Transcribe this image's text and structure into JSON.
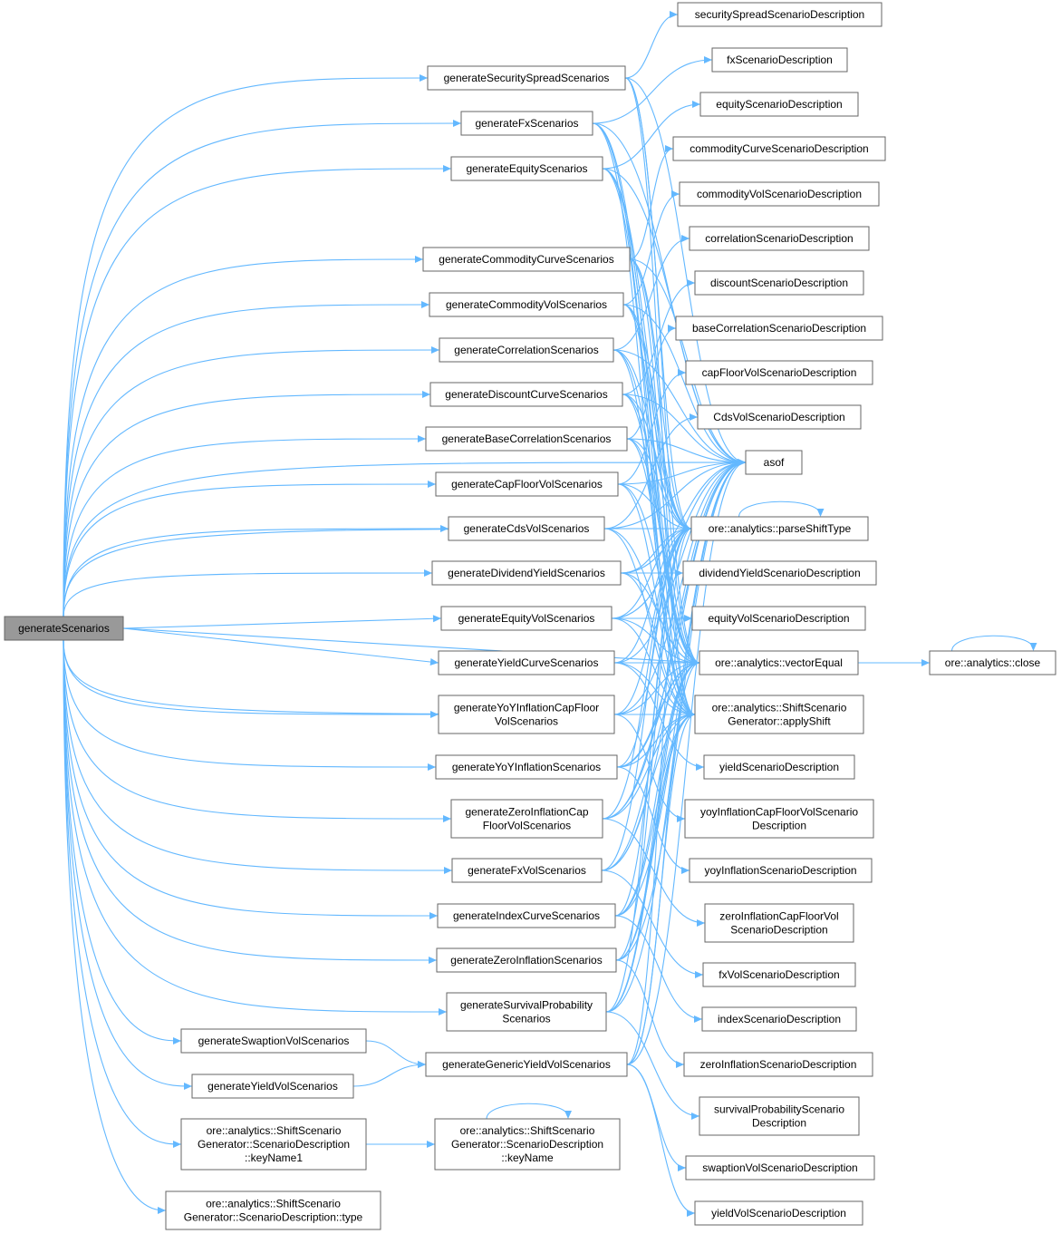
{
  "diagram": {
    "title": "",
    "colors": {
      "edge": "#63b8ff",
      "node_border": "#666666",
      "root_fill": "#999999",
      "node_fill": "#ffffff"
    },
    "nodes": [
      {
        "id": "root",
        "label": [
          "generateScenarios"
        ],
        "root": true
      },
      {
        "id": "secSpreadGen",
        "label": [
          "generateSecuritySpreadScenarios"
        ]
      },
      {
        "id": "fxGen",
        "label": [
          "generateFxScenarios"
        ]
      },
      {
        "id": "eqGen",
        "label": [
          "generateEquityScenarios"
        ]
      },
      {
        "id": "commCurveGen",
        "label": [
          "generateCommodityCurveScenarios"
        ]
      },
      {
        "id": "commVolGen",
        "label": [
          "generateCommodityVolScenarios"
        ]
      },
      {
        "id": "corrGen",
        "label": [
          "generateCorrelationScenarios"
        ]
      },
      {
        "id": "discGen",
        "label": [
          "generateDiscountCurveScenarios"
        ]
      },
      {
        "id": "baseCorrGen",
        "label": [
          "generateBaseCorrelationScenarios"
        ]
      },
      {
        "id": "capFloorGen",
        "label": [
          "generateCapFloorVolScenarios"
        ]
      },
      {
        "id": "cdsVolGen",
        "label": [
          "generateCdsVolScenarios"
        ]
      },
      {
        "id": "divGen",
        "label": [
          "generateDividendYieldScenarios"
        ]
      },
      {
        "id": "eqVolGen",
        "label": [
          "generateEquityVolScenarios"
        ]
      },
      {
        "id": "yieldCurveGen",
        "label": [
          "generateYieldCurveScenarios"
        ]
      },
      {
        "id": "yoyCapGen",
        "label": [
          "generateYoYInflationCapFloor",
          "VolScenarios"
        ]
      },
      {
        "id": "yoyGen",
        "label": [
          "generateYoYInflationScenarios"
        ]
      },
      {
        "id": "zeroCapGen",
        "label": [
          "generateZeroInflationCap",
          "FloorVolScenarios"
        ]
      },
      {
        "id": "fxVolGen",
        "label": [
          "generateFxVolScenarios"
        ]
      },
      {
        "id": "indexGen",
        "label": [
          "generateIndexCurveScenarios"
        ]
      },
      {
        "id": "zeroGen",
        "label": [
          "generateZeroInflationScenarios"
        ]
      },
      {
        "id": "survGen",
        "label": [
          "generateSurvivalProbability",
          "Scenarios"
        ]
      },
      {
        "id": "swaptionGen",
        "label": [
          "generateSwaptionVolScenarios"
        ]
      },
      {
        "id": "yieldVolGen",
        "label": [
          "generateYieldVolScenarios"
        ]
      },
      {
        "id": "keyName1",
        "label": [
          "ore::analytics::ShiftScenario",
          "Generator::ScenarioDescription",
          "::keyName1"
        ]
      },
      {
        "id": "typeNode",
        "label": [
          "ore::analytics::ShiftScenario",
          "Generator::ScenarioDescription::type"
        ]
      },
      {
        "id": "genericYieldVol",
        "label": [
          "generateGenericYieldVolScenarios"
        ]
      },
      {
        "id": "keyName",
        "label": [
          "ore::analytics::ShiftScenario",
          "Generator::ScenarioDescription",
          "::keyName"
        ]
      },
      {
        "id": "secSpreadDesc",
        "label": [
          "securitySpreadScenarioDescription"
        ]
      },
      {
        "id": "fxDesc",
        "label": [
          "fxScenarioDescription"
        ]
      },
      {
        "id": "eqDesc",
        "label": [
          "equityScenarioDescription"
        ]
      },
      {
        "id": "commCurveDesc",
        "label": [
          "commodityCurveScenarioDescription"
        ]
      },
      {
        "id": "commVolDesc",
        "label": [
          "commodityVolScenarioDescription"
        ]
      },
      {
        "id": "corrDesc",
        "label": [
          "correlationScenarioDescription"
        ]
      },
      {
        "id": "discDesc",
        "label": [
          "discountScenarioDescription"
        ]
      },
      {
        "id": "baseCorrDesc",
        "label": [
          "baseCorrelationScenarioDescription"
        ]
      },
      {
        "id": "capFloorDesc",
        "label": [
          "capFloorVolScenarioDescription"
        ]
      },
      {
        "id": "cdsVolDesc",
        "label": [
          "CdsVolScenarioDescription"
        ]
      },
      {
        "id": "asof",
        "label": [
          "asof"
        ]
      },
      {
        "id": "parseShift",
        "label": [
          "ore::analytics::parseShiftType"
        ]
      },
      {
        "id": "divDesc",
        "label": [
          "dividendYieldScenarioDescription"
        ]
      },
      {
        "id": "eqVolDesc",
        "label": [
          "equityVolScenarioDescription"
        ]
      },
      {
        "id": "vecEqual",
        "label": [
          "ore::analytics::vectorEqual"
        ]
      },
      {
        "id": "closeNode",
        "label": [
          "ore::analytics::close"
        ]
      },
      {
        "id": "applyShift",
        "label": [
          "ore::analytics::ShiftScenario",
          "Generator::applyShift"
        ]
      },
      {
        "id": "yieldDesc",
        "label": [
          "yieldScenarioDescription"
        ]
      },
      {
        "id": "yoyCapDesc",
        "label": [
          "yoyInflationCapFloorVolScenario",
          "Description"
        ]
      },
      {
        "id": "yoyDesc",
        "label": [
          "yoyInflationScenarioDescription"
        ]
      },
      {
        "id": "zeroCapDesc",
        "label": [
          "zeroInflationCapFloorVol",
          "ScenarioDescription"
        ]
      },
      {
        "id": "fxVolDesc",
        "label": [
          "fxVolScenarioDescription"
        ]
      },
      {
        "id": "indexDesc",
        "label": [
          "indexScenarioDescription"
        ]
      },
      {
        "id": "zeroDesc",
        "label": [
          "zeroInflationScenarioDescription"
        ]
      },
      {
        "id": "survDesc",
        "label": [
          "survivalProbabilityScenario",
          "Description"
        ]
      },
      {
        "id": "swaptionDesc",
        "label": [
          "swaptionVolScenarioDescription"
        ]
      },
      {
        "id": "yieldVolDesc",
        "label": [
          "yieldVolScenarioDescription"
        ]
      }
    ],
    "edges": [
      [
        "root",
        "secSpreadGen"
      ],
      [
        "root",
        "fxGen"
      ],
      [
        "root",
        "eqGen"
      ],
      [
        "root",
        "commCurveGen"
      ],
      [
        "root",
        "commVolGen"
      ],
      [
        "root",
        "corrGen"
      ],
      [
        "root",
        "discGen"
      ],
      [
        "root",
        "baseCorrGen"
      ],
      [
        "root",
        "capFloorGen"
      ],
      [
        "root",
        "cdsVolGen"
      ],
      [
        "root",
        "divGen"
      ],
      [
        "root",
        "eqVolGen"
      ],
      [
        "root",
        "yieldCurveGen"
      ],
      [
        "root",
        "yoyCapGen"
      ],
      [
        "root",
        "yoyGen"
      ],
      [
        "root",
        "zeroCapGen"
      ],
      [
        "root",
        "fxVolGen"
      ],
      [
        "root",
        "indexGen"
      ],
      [
        "root",
        "zeroGen"
      ],
      [
        "root",
        "survGen"
      ],
      [
        "root",
        "swaptionGen"
      ],
      [
        "root",
        "yieldVolGen"
      ],
      [
        "root",
        "keyName1"
      ],
      [
        "root",
        "typeNode"
      ],
      [
        "root",
        "asof"
      ],
      [
        "root",
        "parseShift"
      ],
      [
        "root",
        "vecEqual"
      ],
      [
        "root",
        "applyShift"
      ],
      [
        "secSpreadGen",
        "secSpreadDesc"
      ],
      [
        "secSpreadGen",
        "asof"
      ],
      [
        "secSpreadGen",
        "parseShift"
      ],
      [
        "secSpreadGen",
        "vecEqual"
      ],
      [
        "secSpreadGen",
        "applyShift"
      ],
      [
        "fxGen",
        "fxDesc"
      ],
      [
        "fxGen",
        "asof"
      ],
      [
        "fxGen",
        "parseShift"
      ],
      [
        "fxGen",
        "vecEqual"
      ],
      [
        "fxGen",
        "applyShift"
      ],
      [
        "eqGen",
        "eqDesc"
      ],
      [
        "eqGen",
        "asof"
      ],
      [
        "eqGen",
        "parseShift"
      ],
      [
        "eqGen",
        "vecEqual"
      ],
      [
        "eqGen",
        "applyShift"
      ],
      [
        "commCurveGen",
        "commCurveDesc"
      ],
      [
        "commCurveGen",
        "asof"
      ],
      [
        "commCurveGen",
        "parseShift"
      ],
      [
        "commCurveGen",
        "vecEqual"
      ],
      [
        "commCurveGen",
        "applyShift"
      ],
      [
        "commVolGen",
        "commVolDesc"
      ],
      [
        "commVolGen",
        "asof"
      ],
      [
        "commVolGen",
        "parseShift"
      ],
      [
        "commVolGen",
        "vecEqual"
      ],
      [
        "commVolGen",
        "applyShift"
      ],
      [
        "corrGen",
        "corrDesc"
      ],
      [
        "corrGen",
        "asof"
      ],
      [
        "corrGen",
        "parseShift"
      ],
      [
        "corrGen",
        "vecEqual"
      ],
      [
        "corrGen",
        "applyShift"
      ],
      [
        "discGen",
        "discDesc"
      ],
      [
        "discGen",
        "asof"
      ],
      [
        "discGen",
        "parseShift"
      ],
      [
        "discGen",
        "vecEqual"
      ],
      [
        "discGen",
        "applyShift"
      ],
      [
        "baseCorrGen",
        "baseCorrDesc"
      ],
      [
        "baseCorrGen",
        "asof"
      ],
      [
        "baseCorrGen",
        "parseShift"
      ],
      [
        "baseCorrGen",
        "vecEqual"
      ],
      [
        "baseCorrGen",
        "applyShift"
      ],
      [
        "capFloorGen",
        "capFloorDesc"
      ],
      [
        "capFloorGen",
        "asof"
      ],
      [
        "capFloorGen",
        "parseShift"
      ],
      [
        "capFloorGen",
        "vecEqual"
      ],
      [
        "capFloorGen",
        "applyShift"
      ],
      [
        "cdsVolGen",
        "cdsVolDesc"
      ],
      [
        "cdsVolGen",
        "asof"
      ],
      [
        "cdsVolGen",
        "parseShift"
      ],
      [
        "cdsVolGen",
        "vecEqual"
      ],
      [
        "cdsVolGen",
        "applyShift"
      ],
      [
        "divGen",
        "divDesc"
      ],
      [
        "divGen",
        "asof"
      ],
      [
        "divGen",
        "parseShift"
      ],
      [
        "divGen",
        "vecEqual"
      ],
      [
        "divGen",
        "applyShift"
      ],
      [
        "eqVolGen",
        "eqVolDesc"
      ],
      [
        "eqVolGen",
        "asof"
      ],
      [
        "eqVolGen",
        "parseShift"
      ],
      [
        "eqVolGen",
        "vecEqual"
      ],
      [
        "eqVolGen",
        "applyShift"
      ],
      [
        "yieldCurveGen",
        "yieldDesc"
      ],
      [
        "yieldCurveGen",
        "asof"
      ],
      [
        "yieldCurveGen",
        "parseShift"
      ],
      [
        "yieldCurveGen",
        "vecEqual"
      ],
      [
        "yieldCurveGen",
        "applyShift"
      ],
      [
        "yoyCapGen",
        "yoyCapDesc"
      ],
      [
        "yoyCapGen",
        "asof"
      ],
      [
        "yoyCapGen",
        "parseShift"
      ],
      [
        "yoyCapGen",
        "vecEqual"
      ],
      [
        "yoyCapGen",
        "applyShift"
      ],
      [
        "yoyGen",
        "yoyDesc"
      ],
      [
        "yoyGen",
        "asof"
      ],
      [
        "yoyGen",
        "parseShift"
      ],
      [
        "yoyGen",
        "vecEqual"
      ],
      [
        "yoyGen",
        "applyShift"
      ],
      [
        "zeroCapGen",
        "zeroCapDesc"
      ],
      [
        "zeroCapGen",
        "asof"
      ],
      [
        "zeroCapGen",
        "parseShift"
      ],
      [
        "zeroCapGen",
        "vecEqual"
      ],
      [
        "zeroCapGen",
        "applyShift"
      ],
      [
        "fxVolGen",
        "fxVolDesc"
      ],
      [
        "fxVolGen",
        "asof"
      ],
      [
        "fxVolGen",
        "parseShift"
      ],
      [
        "fxVolGen",
        "vecEqual"
      ],
      [
        "fxVolGen",
        "applyShift"
      ],
      [
        "indexGen",
        "indexDesc"
      ],
      [
        "indexGen",
        "asof"
      ],
      [
        "indexGen",
        "parseShift"
      ],
      [
        "indexGen",
        "vecEqual"
      ],
      [
        "indexGen",
        "applyShift"
      ],
      [
        "zeroGen",
        "zeroDesc"
      ],
      [
        "zeroGen",
        "asof"
      ],
      [
        "zeroGen",
        "parseShift"
      ],
      [
        "zeroGen",
        "vecEqual"
      ],
      [
        "zeroGen",
        "applyShift"
      ],
      [
        "survGen",
        "survDesc"
      ],
      [
        "survGen",
        "asof"
      ],
      [
        "survGen",
        "parseShift"
      ],
      [
        "survGen",
        "vecEqual"
      ],
      [
        "survGen",
        "applyShift"
      ],
      [
        "swaptionGen",
        "genericYieldVol"
      ],
      [
        "yieldVolGen",
        "genericYieldVol"
      ],
      [
        "genericYieldVol",
        "swaptionDesc"
      ],
      [
        "genericYieldVol",
        "yieldVolDesc"
      ],
      [
        "genericYieldVol",
        "asof"
      ],
      [
        "genericYieldVol",
        "parseShift"
      ],
      [
        "genericYieldVol",
        "vecEqual"
      ],
      [
        "genericYieldVol",
        "applyShift"
      ],
      [
        "keyName1",
        "keyName"
      ],
      [
        "keyName",
        "keyName"
      ],
      [
        "parseShift",
        "parseShift"
      ],
      [
        "vecEqual",
        "closeNode"
      ],
      [
        "closeNode",
        "closeNode"
      ]
    ]
  }
}
